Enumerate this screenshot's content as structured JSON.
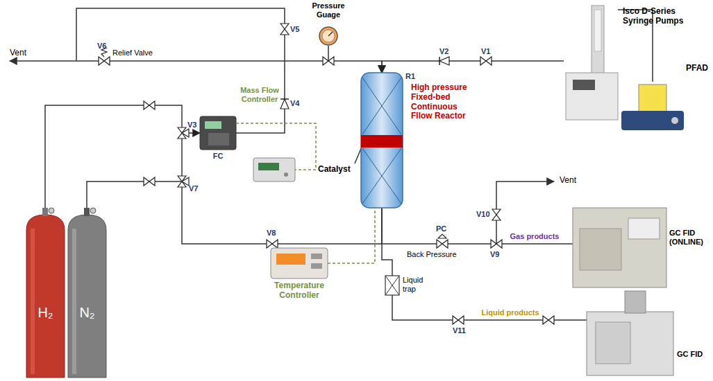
{
  "diagram": {
    "nodes": [
      {
        "text": [
          "Isco D-Series Syringe Pumps"
        ]
      },
      {
        "text": [
          "PFAD"
        ]
      },
      {
        "text": [
          "Pressure Guage"
        ]
      },
      {
        "text": [
          "Mass Flow Controller",
          "FC"
        ]
      },
      {
        "text": [
          "R1",
          "High pressure Fixed-bed Continuous Fllow Reactor"
        ]
      },
      {
        "text": [
          "H₂"
        ]
      },
      {
        "text": [
          "N₂"
        ]
      },
      {
        "text": [
          "Temperature Controller"
        ]
      },
      {
        "text": [
          "Liquid trap"
        ]
      },
      {
        "text": [
          "GC FID (ONLINE)"
        ]
      },
      {
        "text": [
          "GC FID"
        ]
      }
    ],
    "edges": [
      {
        "from": 0,
        "to": 4,
        "arrow": "to"
      },
      {
        "from": 1,
        "to": 0,
        "arrow": "none"
      },
      {
        "from": 5,
        "to": 3,
        "arrow": "to"
      },
      {
        "from": 3,
        "to": 4,
        "arrow": "to"
      },
      {
        "from": 6,
        "to": 4,
        "arrow": "none"
      },
      {
        "from": 7,
        "to": 4,
        "arrow": "none"
      },
      {
        "from": 4,
        "to": 8,
        "arrow": "none"
      },
      {
        "from": 8,
        "to": 10,
        "label": "Liquid products",
        "arrow": "none"
      },
      {
        "from": 4,
        "to": 9,
        "label": "Gas products",
        "arrow": "none"
      }
    ],
    "labels": [
      "Vent",
      "V6",
      "Relief Valve",
      "V5",
      "V2",
      "V1",
      "V4",
      "V3",
      "Catalyst",
      "V7",
      "V8",
      "Vent",
      "V10",
      "PC",
      "Back Pressure",
      "V9",
      "V11"
    ]
  }
}
